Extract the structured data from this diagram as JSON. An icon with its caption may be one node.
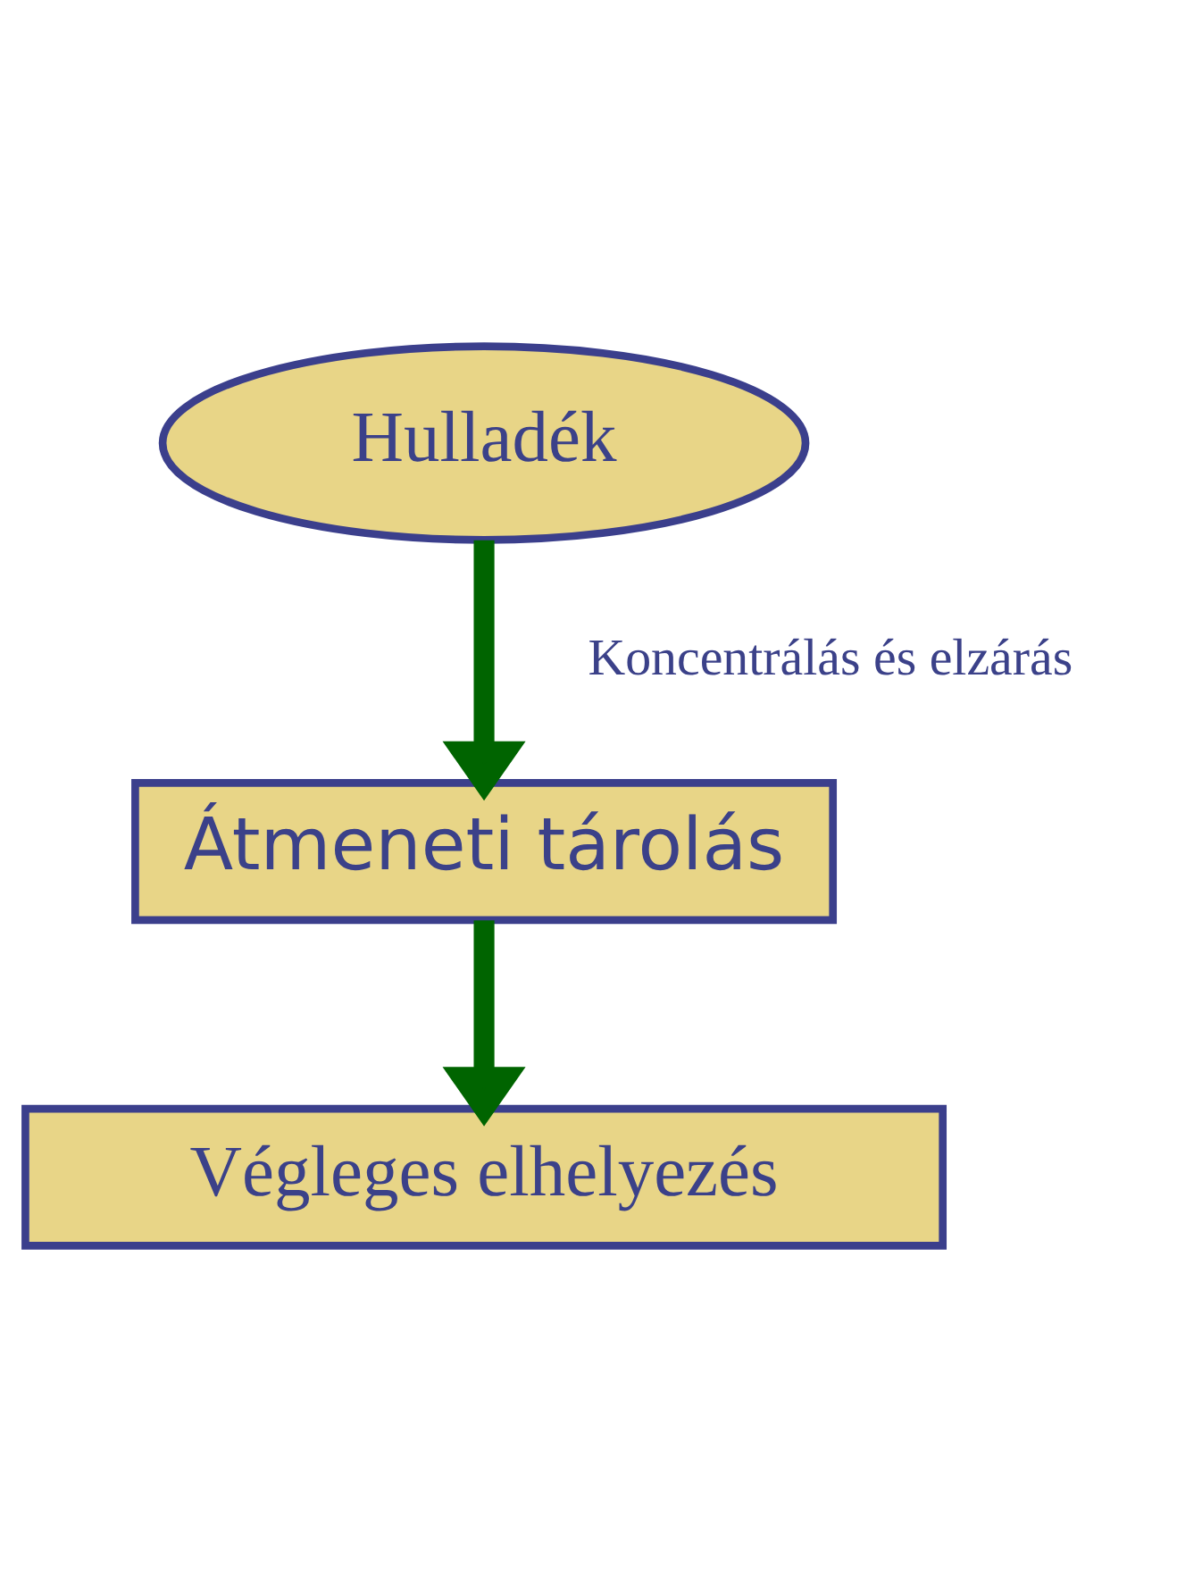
{
  "diagram": {
    "nodes": [
      {
        "text": [
          "Hulladék"
        ]
      },
      {
        "text": [
          "Átmeneti tárolás"
        ]
      },
      {
        "text": [
          "Végleges elhelyezés"
        ]
      }
    ],
    "edges": [
      {
        "from": 0,
        "to": 1,
        "arrow": "to",
        "label": "Koncentrálás és elzárás"
      },
      {
        "from": 1,
        "to": 2,
        "arrow": "to"
      }
    ]
  }
}
